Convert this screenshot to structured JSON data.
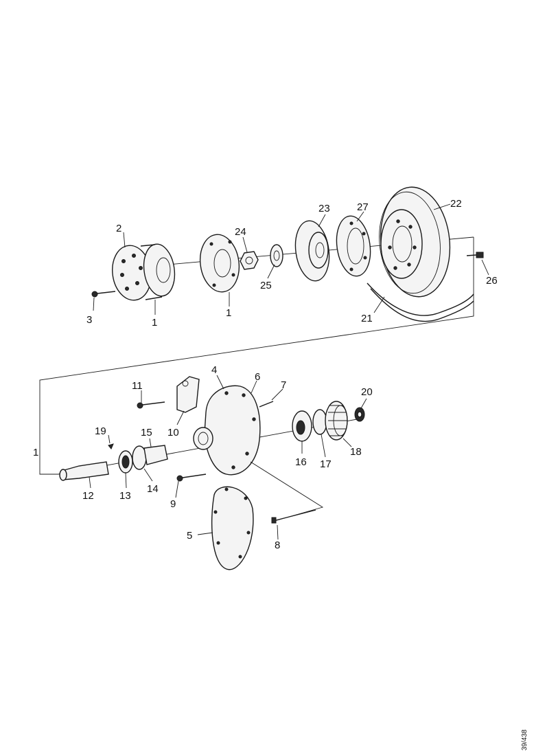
{
  "labels": {
    "l1a": "1",
    "l1b": "1",
    "l1c": "1",
    "l2": "2",
    "l3": "3",
    "l4": "4",
    "l5": "5",
    "l6": "6",
    "l7": "7",
    "l8": "8",
    "l9": "9",
    "l10": "10",
    "l11": "11",
    "l12": "12",
    "l13": "13",
    "l14": "14",
    "l15": "15",
    "l16": "16",
    "l17": "17",
    "l18": "18",
    "l19": "19",
    "l20": "20",
    "l21": "21",
    "l22": "22",
    "l23": "23",
    "l24": "24",
    "l25": "25",
    "l26": "26",
    "l27": "27"
  },
  "figure_ref": "39/438"
}
